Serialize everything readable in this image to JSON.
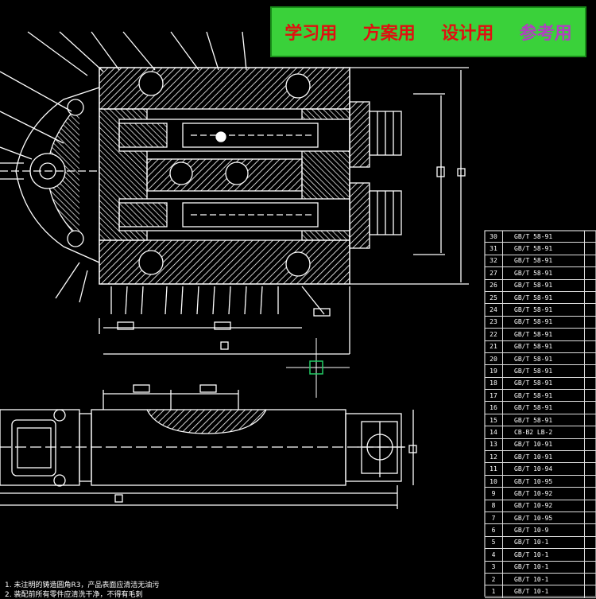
{
  "banner": {
    "labels": [
      "学习用",
      "方案用",
      "设计用",
      "参考用"
    ]
  },
  "parts_table": {
    "rows": [
      {
        "no": "30",
        "code": "GB/T 58-91"
      },
      {
        "no": "31",
        "code": "GB/T 58-91"
      },
      {
        "no": "32",
        "code": "GB/T 58-91"
      },
      {
        "no": "27",
        "code": "GB/T 58-91"
      },
      {
        "no": "26",
        "code": "GB/T 58-91"
      },
      {
        "no": "25",
        "code": "GB/T 58-91"
      },
      {
        "no": "24",
        "code": "GB/T 58-91"
      },
      {
        "no": "23",
        "code": "GB/T 58-91"
      },
      {
        "no": "22",
        "code": "GB/T 58-91"
      },
      {
        "no": "21",
        "code": "GB/T 58-91"
      },
      {
        "no": "20",
        "code": "GB/T 58-91"
      },
      {
        "no": "19",
        "code": "GB/T 58-91"
      },
      {
        "no": "18",
        "code": "GB/T 58-91"
      },
      {
        "no": "17",
        "code": "GB/T 58-91"
      },
      {
        "no": "16",
        "code": "GB/T 58-91"
      },
      {
        "no": "15",
        "code": "GB/T 58-91"
      },
      {
        "no": "14",
        "code": "CB-B2 LB-2"
      },
      {
        "no": "13",
        "code": "GB/T 10-91"
      },
      {
        "no": "12",
        "code": "GB/T 10-91"
      },
      {
        "no": "11",
        "code": "GB/T 10-94"
      },
      {
        "no": "10",
        "code": "GB/T 10-95"
      },
      {
        "no": "9",
        "code": "GB/T 10-92"
      },
      {
        "no": "8",
        "code": "GB/T 10-92"
      },
      {
        "no": "7",
        "code": "GB/T 10-95"
      },
      {
        "no": "6",
        "code": "GB/T 10-9"
      },
      {
        "no": "5",
        "code": "GB/T 10-1"
      },
      {
        "no": "4",
        "code": "GB/T 10-1"
      },
      {
        "no": "3",
        "code": "GB/T 10-1"
      },
      {
        "no": "2",
        "code": "GB/T 10-1"
      },
      {
        "no": "1",
        "code": "GB/T 10-1"
      }
    ]
  },
  "notes": {
    "line1": "1. 未注明的铸造圆角R3，产品表面应清洁无油污",
    "line2": "2. 装配前所有零件应清洗干净，不得有毛刺"
  },
  "colors": {
    "background": "#000000",
    "lines": "#ffffff",
    "banner_bg": "#3ad13a",
    "banner_text": "#e01010",
    "banner_text_alt": "#b040c0",
    "cursor": "#22cc66"
  }
}
